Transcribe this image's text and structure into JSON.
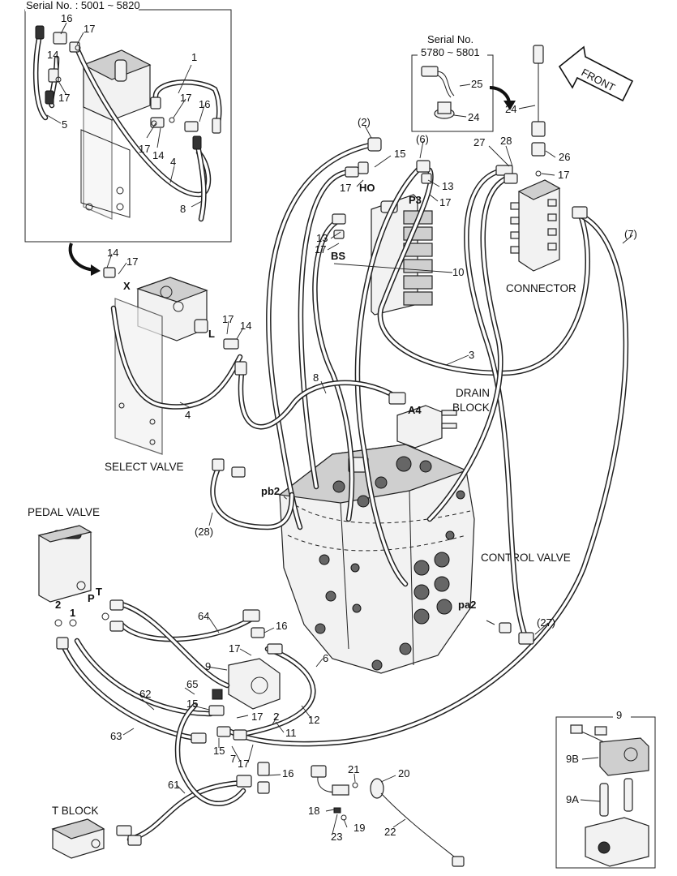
{
  "insets": {
    "top_left": {
      "serial": "Serial No. : 5001 ~ 5820"
    },
    "serial_upper": {
      "line1": "Serial No.",
      "line2": "5780 ~ 5801"
    }
  },
  "front_label": "FRONT",
  "captions": {
    "connector": "CONNECTOR",
    "drain_block_1": "DRAIN",
    "drain_block_2": "BLOCK",
    "select_valve": "SELECT VALVE",
    "pedal_valve": "PEDAL VALVE",
    "control_valve": "CONTROL VALVE",
    "t_block": "T  BLOCK"
  },
  "ports": {
    "ho": "HO",
    "p3": "P3",
    "bs": "BS",
    "x": "X",
    "l": "L",
    "a4": "A4",
    "pb2": "pb2",
    "pa2": "pa2",
    "p": "P",
    "t": "T",
    "two": "2",
    "one": "1"
  },
  "callouts": {
    "c16a": "16",
    "c17a": "17",
    "c14a": "14",
    "c17b": "17",
    "c1": "1",
    "c17c": "17",
    "c16b": "16",
    "c5": "5",
    "c17d": "17",
    "c14b": "14",
    "c4a": "4",
    "c8a": "8",
    "c25": "25",
    "c24a": "24",
    "c24b": "24",
    "c26": "26",
    "c17e": "17",
    "c27": "27",
    "c28": "28",
    "c7p": "(7)",
    "c2p": "(2)",
    "c6p": "(6)",
    "c15a": "15",
    "c17f": "17",
    "c13a": "13",
    "c17g": "17",
    "c13b": "13",
    "c17h": "17",
    "c10": "10",
    "c14c": "14",
    "c17i": "17",
    "c17j": "17",
    "c14d": "14",
    "c3": "3",
    "c8b": "8",
    "c4b": "4",
    "c28p": "(28)",
    "c64": "64",
    "c16c": "16",
    "c17k": "17",
    "c6": "6",
    "c9a": "9",
    "c65": "65",
    "c62": "62",
    "c15b": "15",
    "c17l": "17",
    "c2": "2",
    "c12": "12",
    "c63": "63",
    "c11": "11",
    "c15c": "15",
    "c7": "7",
    "c17m": "17",
    "c16d": "16",
    "c27p": "(27)",
    "c61": "61",
    "c21": "21",
    "c20": "20",
    "c18": "18",
    "c19": "19",
    "c23": "23",
    "c22": "22",
    "c9b": "9",
    "c9B": "9B",
    "c9A": "9A"
  }
}
